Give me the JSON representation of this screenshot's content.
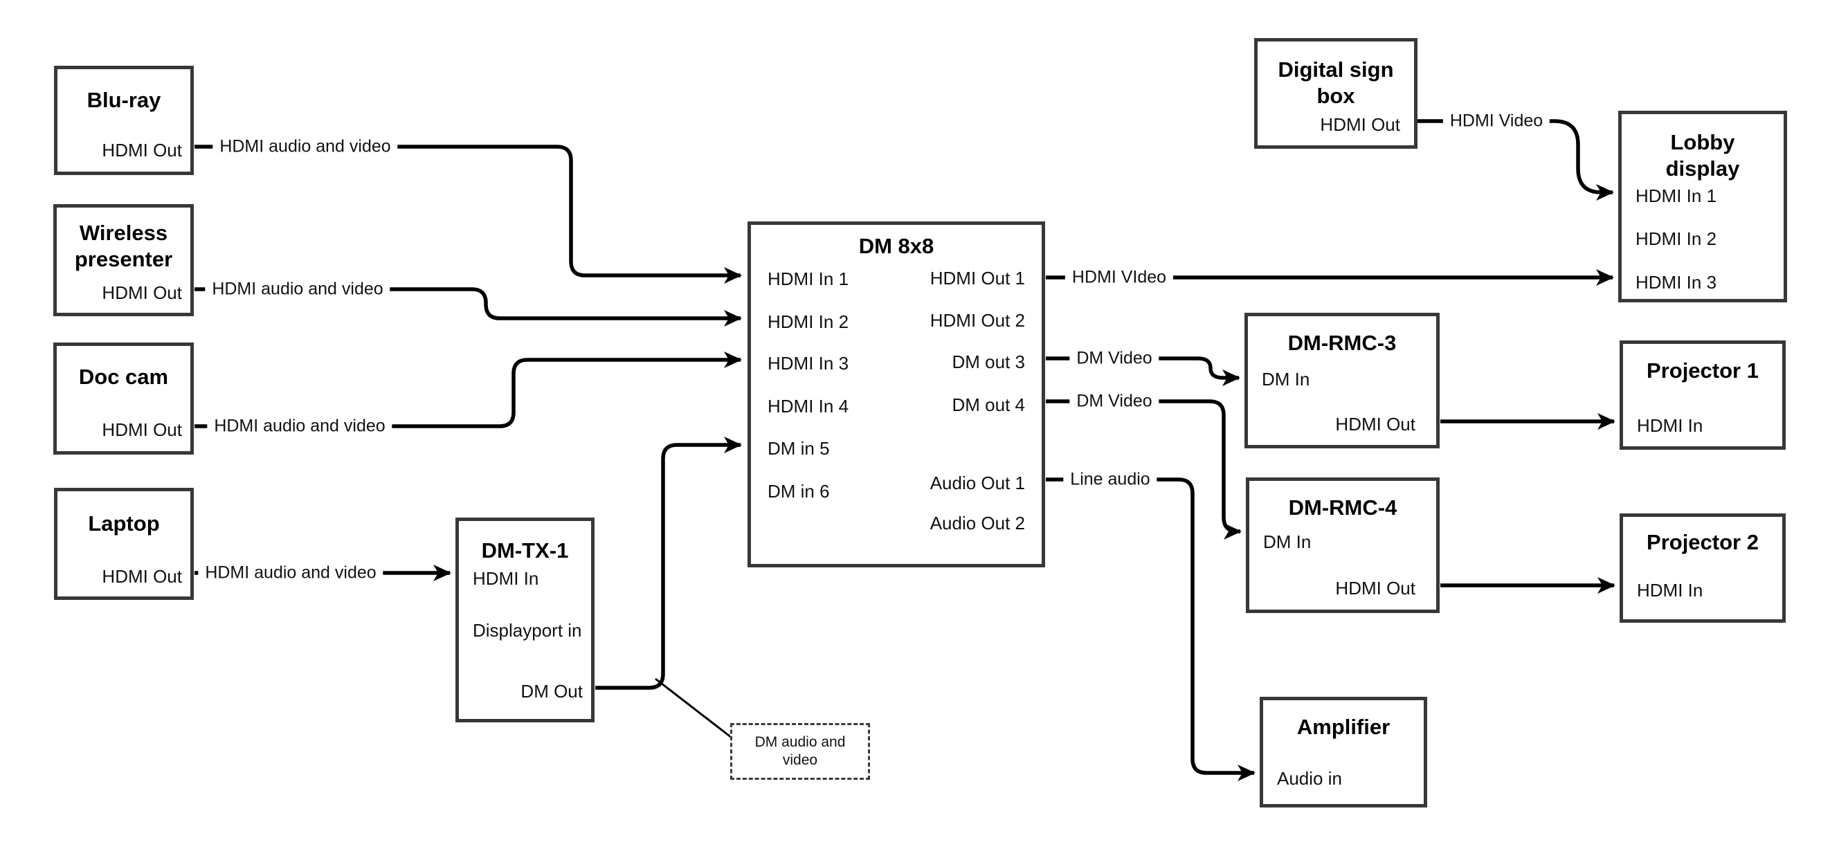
{
  "nodes": {
    "blu_ray": {
      "title": "Blu-ray",
      "ports": [
        "HDMI Out"
      ]
    },
    "wireless_presenter": {
      "title": "Wireless presenter",
      "ports": [
        "HDMI Out"
      ]
    },
    "doc_cam": {
      "title": "Doc cam",
      "ports": [
        "HDMI Out"
      ]
    },
    "laptop": {
      "title": "Laptop",
      "ports": [
        "HDMI Out"
      ]
    },
    "dm_tx_1": {
      "title": "DM-TX-1",
      "ports": [
        "HDMI In",
        "Displayport in",
        "DM Out"
      ]
    },
    "dm_8x8": {
      "title": "DM 8x8",
      "left_ports": [
        "HDMI In 1",
        "HDMI In 2",
        "HDMI In 3",
        "HDMI In 4",
        "DM in 5",
        "DM in 6"
      ],
      "right_ports": [
        "HDMI Out 1",
        "HDMI Out 2",
        "DM out 3",
        "DM out 4",
        "Audio Out 1",
        "Audio Out 2"
      ]
    },
    "digital_sign_box": {
      "title": "Digital sign box",
      "ports": [
        "HDMI Out"
      ]
    },
    "lobby_display": {
      "title": "Lobby display",
      "ports": [
        "HDMI In 1",
        "HDMI In 2",
        "HDMI In 3"
      ]
    },
    "dm_rmc_3": {
      "title": "DM-RMC-3",
      "ports": [
        "DM In",
        "HDMI Out"
      ]
    },
    "projector_1": {
      "title": "Projector 1",
      "ports": [
        "HDMI In"
      ]
    },
    "dm_rmc_4": {
      "title": "DM-RMC-4",
      "ports": [
        "DM In",
        "HDMI Out"
      ]
    },
    "projector_2": {
      "title": "Projector 2",
      "ports": [
        "HDMI In"
      ]
    },
    "amplifier": {
      "title": "Amplifier",
      "ports": [
        "Audio in"
      ]
    }
  },
  "edges": {
    "blu_ray_to_dm_8x8": {
      "label": "HDMI audio and video"
    },
    "wireless_presenter_to_dm_8x8": {
      "label": "HDMI audio and video"
    },
    "doc_cam_to_dm_8x8": {
      "label": "HDMI audio and video"
    },
    "laptop_to_dm_tx_1": {
      "label": "HDMI audio and video"
    },
    "hdmi_out_1_to_lobby_display": {
      "label": "HDMI VIdeo"
    },
    "dm_out_3_to_dm_rmc_3": {
      "label": "DM Video"
    },
    "dm_out_4_to_dm_rmc_4": {
      "label": "DM Video"
    },
    "audio_out_1_to_amplifier": {
      "label": "Line audio"
    },
    "digital_sign_box_to_lobby_display": {
      "label": "HDMI Video"
    }
  },
  "callout": {
    "text": "DM audio and video"
  },
  "colors": {
    "line": "#000000",
    "box_border": "#383838",
    "background": "#ffffff"
  }
}
